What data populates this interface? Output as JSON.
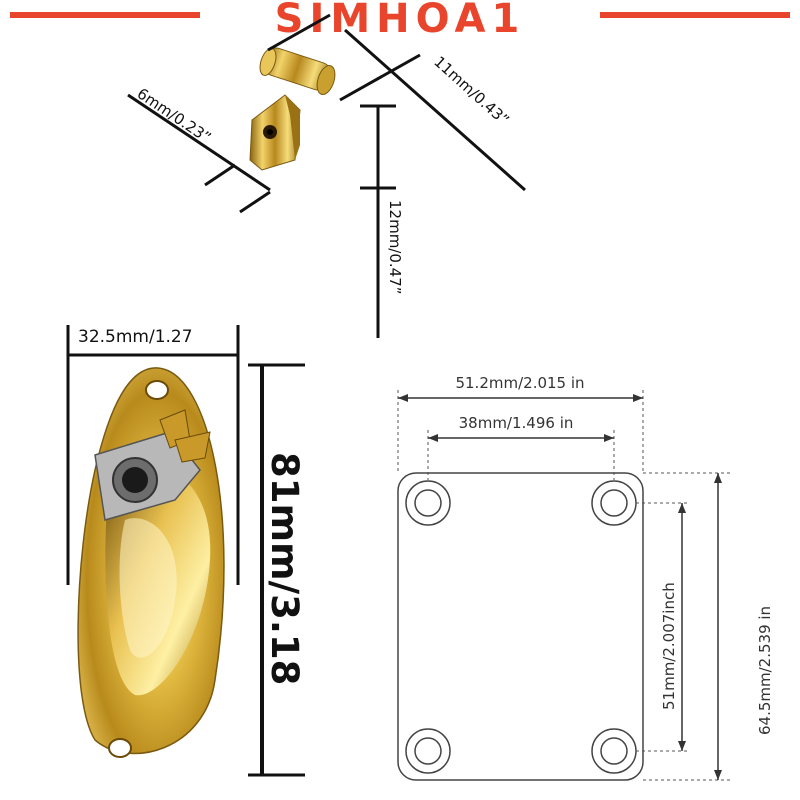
{
  "brand": {
    "name": "SIMHOA1",
    "color": "#e8452c"
  },
  "guide": {
    "dim_width": "6mm/0.23”",
    "dim_length": "11mm/0.43”",
    "dim_height": "12mm/0.47”"
  },
  "jack_plate": {
    "dim_width": "32.5mm/1.27",
    "dim_height": "81mm/3.18"
  },
  "neck_plate": {
    "dim_outer_width": "51.2mm/2.015 in",
    "dim_hole_width": "38mm/1.496 in",
    "dim_hole_height": "51mm/2.007inch",
    "dim_outer_height": "64.5mm/2.539 in"
  },
  "colors": {
    "gold": "#d9b23a",
    "gold_dark": "#8a6410",
    "line": "#111111"
  }
}
